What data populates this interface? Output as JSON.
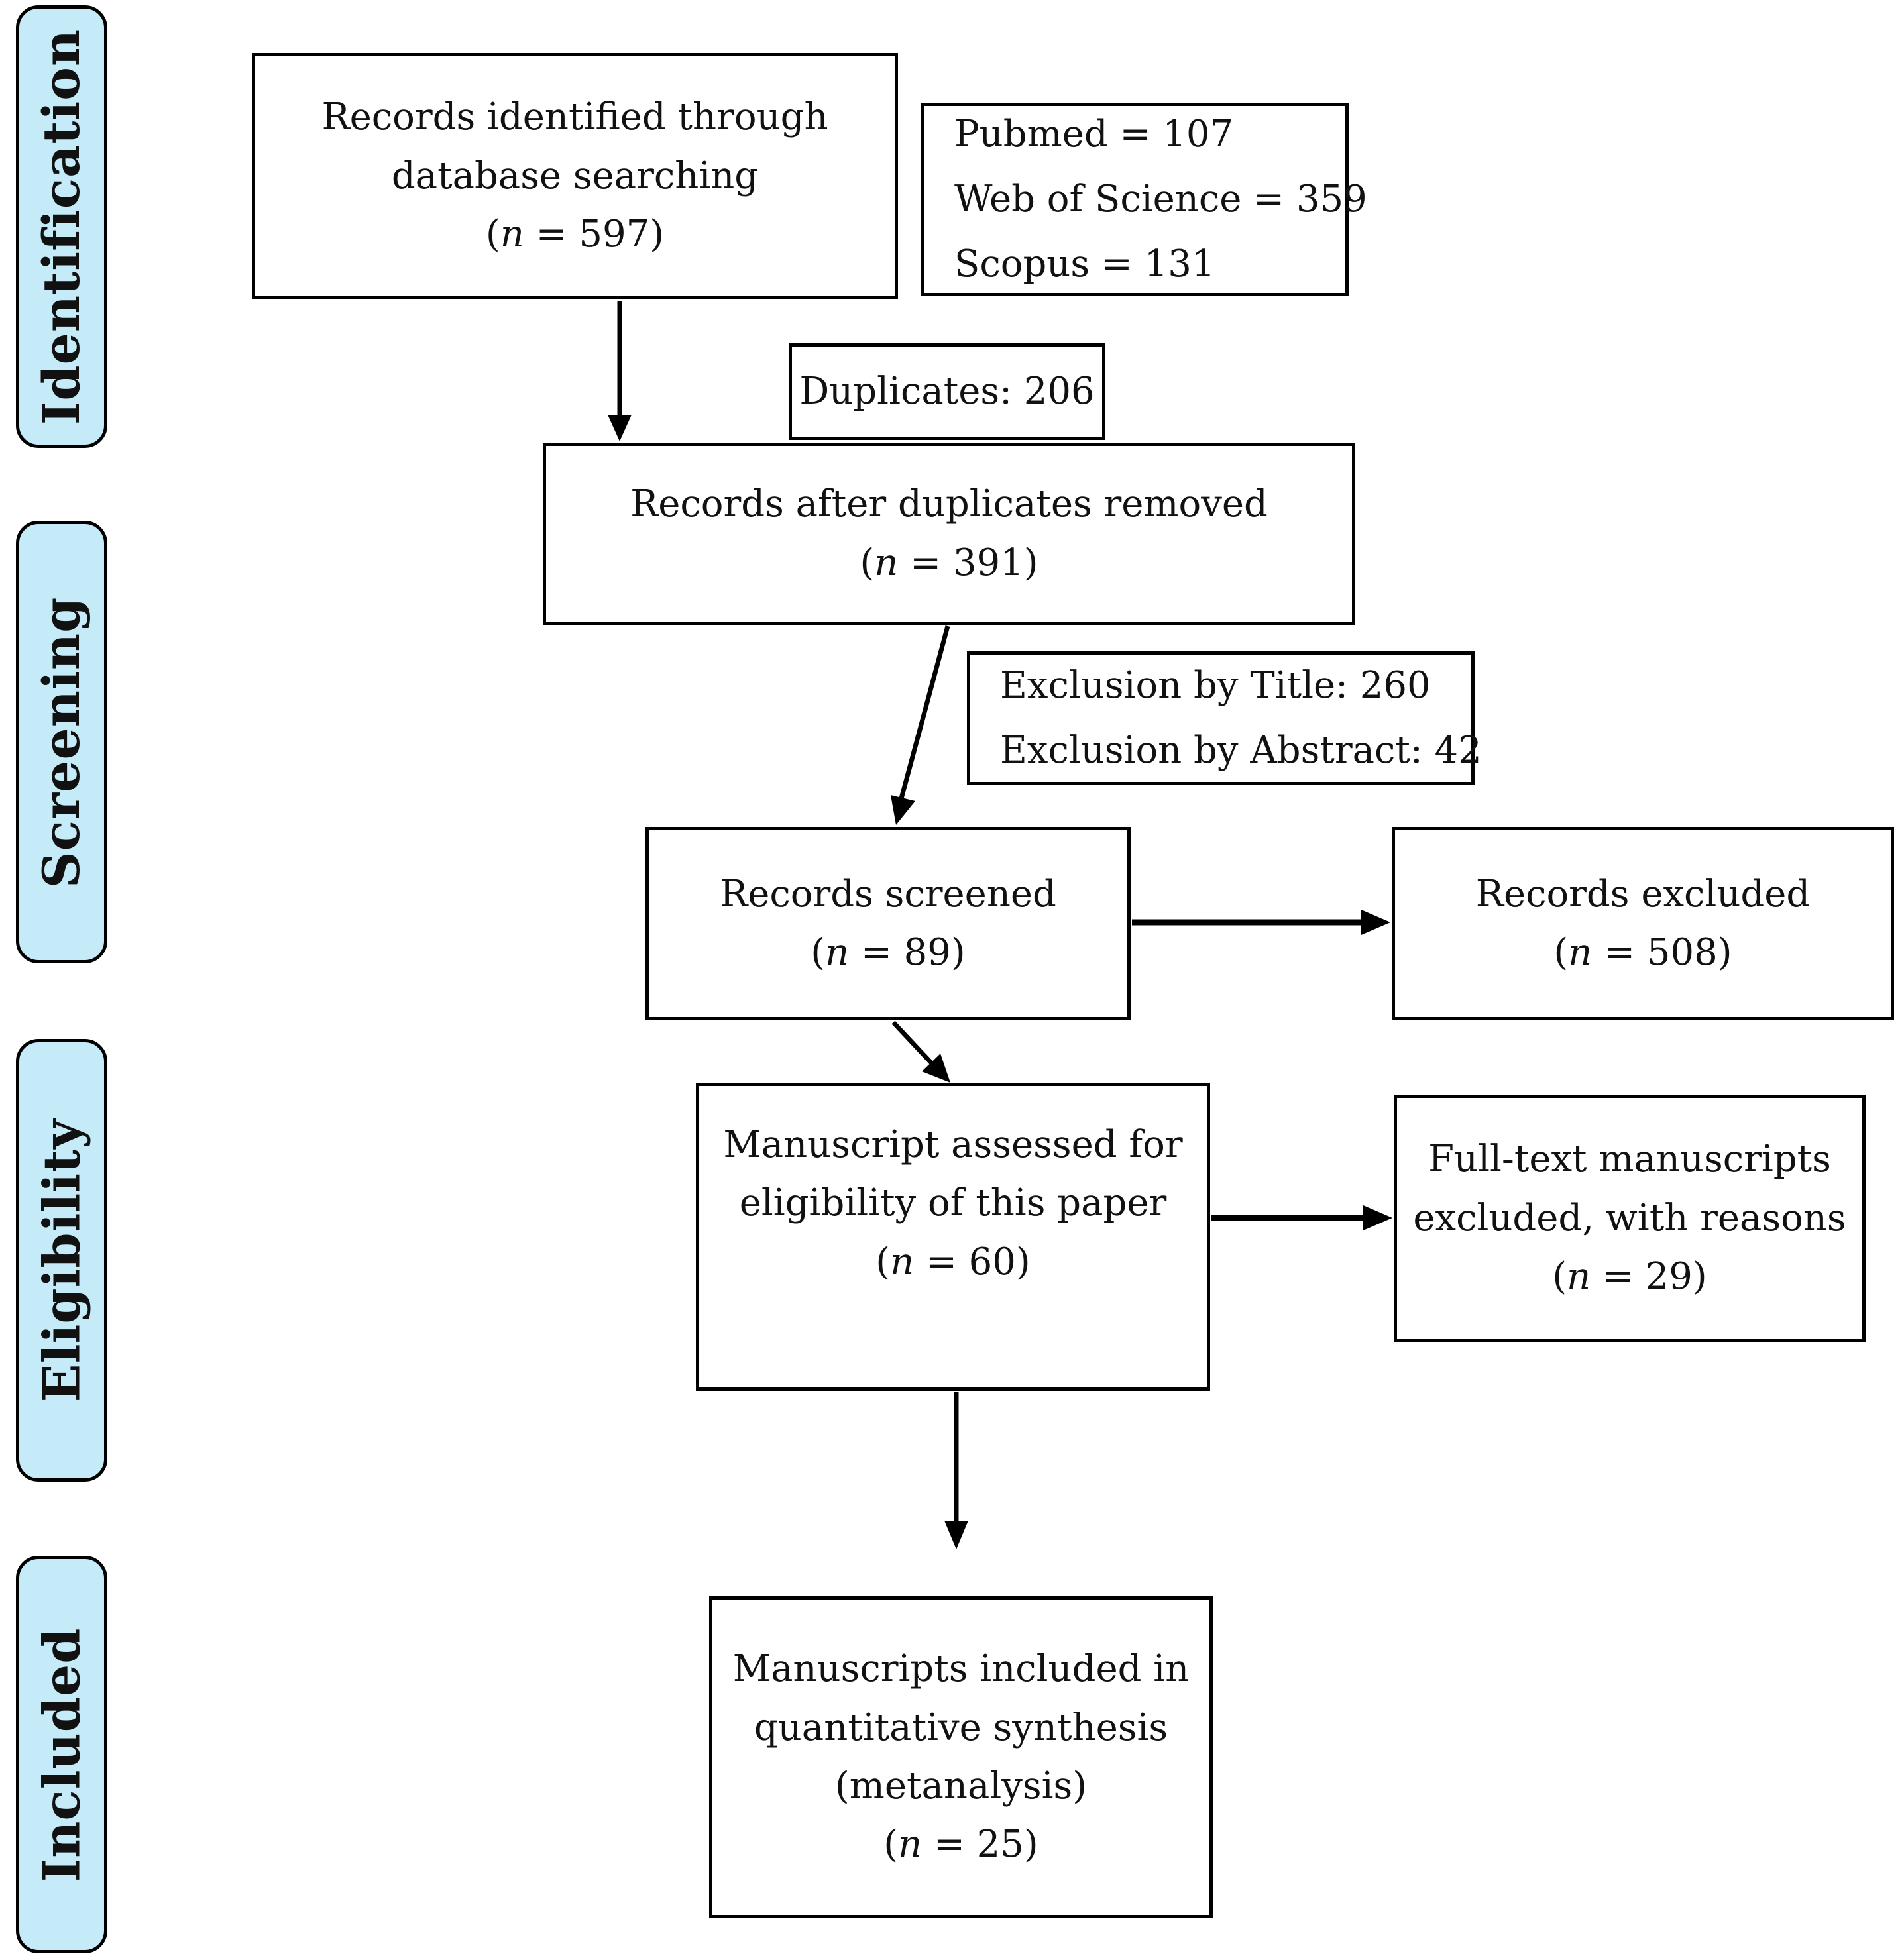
{
  "figure": {
    "title": "PRISMA flow diagram"
  },
  "colors": {
    "stage_fill": "#c5eaf8",
    "box_fill": "#ffffff",
    "line": "#000000",
    "text": "#111111"
  },
  "sidebar": {
    "items": [
      {
        "label": "Identification"
      },
      {
        "label": "Screening"
      },
      {
        "label": "Eligibility"
      },
      {
        "label": "Included"
      }
    ]
  },
  "boxes": {
    "identified": {
      "lines": [
        "Records identified through",
        "database searching"
      ],
      "count": {
        "pre": "(",
        "n": "n",
        "post": " = 597)"
      }
    },
    "sources": {
      "lines": [
        "Pubmed = 107",
        "Web of Science = 359",
        "Scopus = 131"
      ]
    },
    "duplicates": {
      "lines": [
        "Duplicates: 206"
      ]
    },
    "after_duplicates": {
      "lines": [
        "Records after duplicates removed"
      ],
      "count": {
        "pre": "(",
        "n": "n",
        "post": " = 391)"
      }
    },
    "exclusion": {
      "lines": [
        "Exclusion by Title: 260",
        "Exclusion by Abstract: 42"
      ]
    },
    "screened": {
      "lines": [
        "Records screened"
      ],
      "count": {
        "pre": "(",
        "n": "n",
        "post": " = 89)"
      }
    },
    "excluded": {
      "lines": [
        "Records excluded"
      ],
      "count": {
        "pre": "(",
        "n": "n",
        "post": " = 508)"
      }
    },
    "assessed": {
      "lines": [
        "Manuscript assessed for",
        "eligibility of this paper"
      ],
      "count": {
        "pre": "(",
        "n": "n",
        "post": " = 60)"
      }
    },
    "fulltext_excluded": {
      "lines": [
        "Full-text manuscripts",
        "excluded, with reasons"
      ],
      "count": {
        "pre": "(",
        "n": "n",
        "post": " = 29)"
      }
    },
    "included": {
      "lines": [
        "Manuscripts included in",
        "quantitative synthesis",
        "(metanalysis)"
      ],
      "count": {
        "pre": "(",
        "n": "n",
        "post": " = 25)"
      }
    }
  }
}
